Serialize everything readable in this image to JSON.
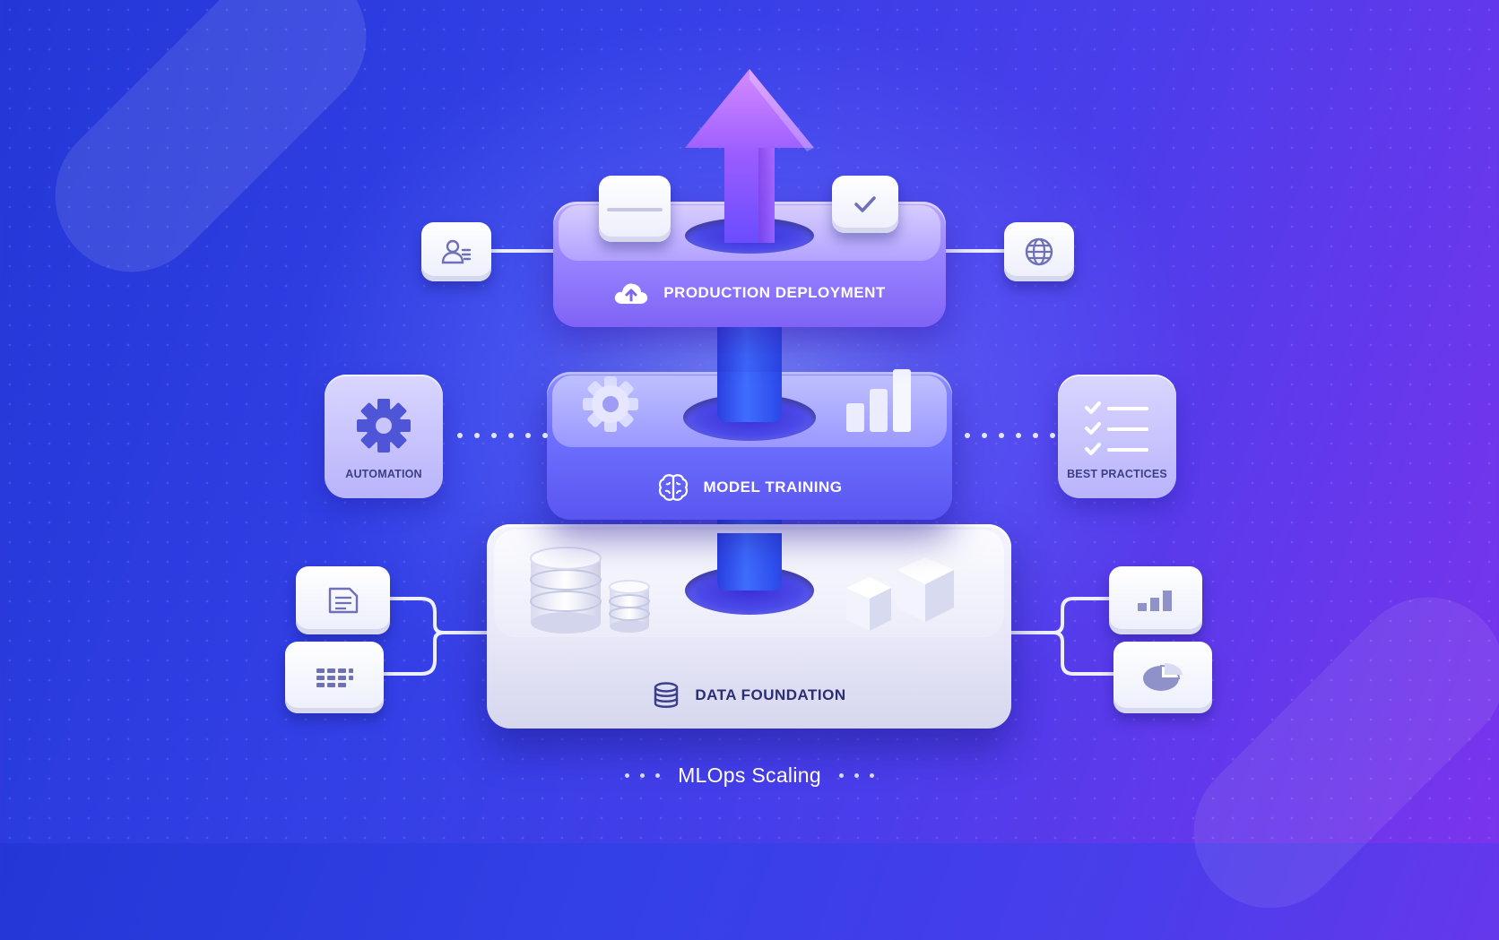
{
  "title": "MLOps Scaling",
  "layers": {
    "production": {
      "label": "PRODUCTION DEPLOYMENT",
      "icon": "cloud-upload-icon"
    },
    "model": {
      "label": "MODEL TRAINING",
      "icon": "brain-icon"
    },
    "data": {
      "label": "DATA FOUNDATION",
      "icon": "database-icon"
    }
  },
  "side_cards": {
    "left": {
      "label": "AUTOMATION",
      "icon": "gear-icon"
    },
    "right": {
      "label": "BEST PRACTICES",
      "icon": "checklist-icon"
    }
  },
  "modules": {
    "production_left": "user-icon",
    "production_right": "globe-icon",
    "data_left": [
      "document-icon",
      "grid-icon"
    ],
    "data_right": [
      "bar-chart-icon",
      "pie-chart-icon"
    ]
  },
  "colors": {
    "background_start": "#2337d6",
    "background_end": "#7a34ec",
    "arrow": "#a36cff",
    "shaft": "#3f6dff"
  }
}
